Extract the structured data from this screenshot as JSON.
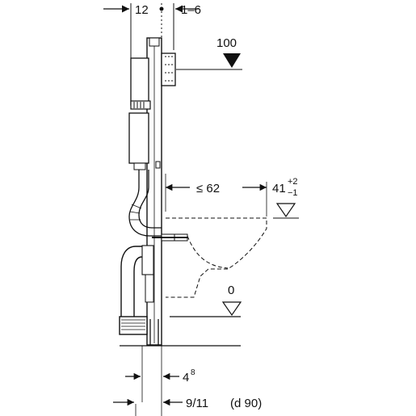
{
  "dimensions": {
    "frame_depth": "12",
    "wall_offset": "1–6",
    "height_mark": "100",
    "bowl_projection": "≤ 62",
    "seat_height": "41",
    "seat_tol_plus": "+2",
    "seat_tol_minus": "−1",
    "floor_level": "0",
    "pipe_offset_base": "4",
    "pipe_offset_sup": "8",
    "drain_offset": "9/11",
    "drain_diameter": "(d 90)"
  }
}
